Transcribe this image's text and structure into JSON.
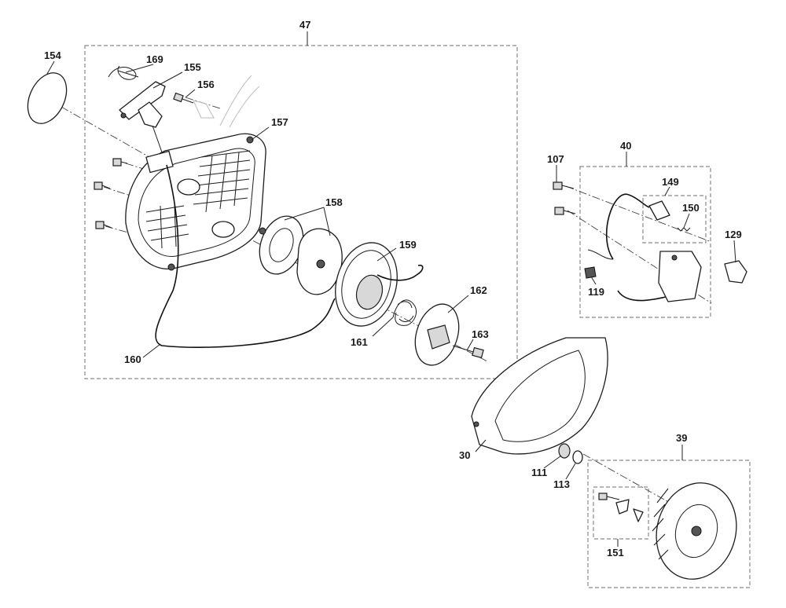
{
  "callouts": {
    "c47": "47",
    "c154": "154",
    "c169": "169",
    "c155": "155",
    "c156": "156",
    "c157": "157",
    "c158": "158",
    "c159": "159",
    "c162": "162",
    "c163": "163",
    "c161": "161",
    "c160": "160",
    "c40": "40",
    "c107": "107",
    "c149": "149",
    "c150": "150",
    "c129": "129",
    "c119": "119",
    "c30": "30",
    "c111": "111",
    "c113": "113",
    "c39": "39",
    "c151": "151"
  }
}
